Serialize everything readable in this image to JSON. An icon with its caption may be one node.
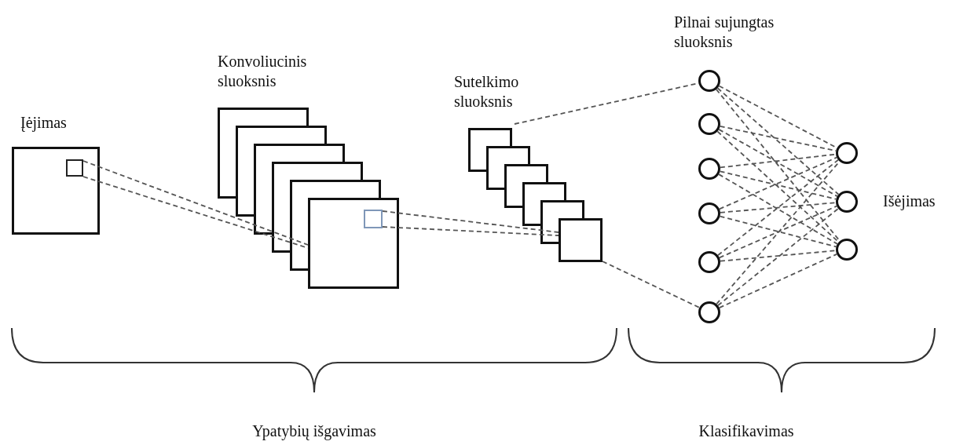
{
  "diagram": {
    "nodes": [
      {
        "text": [
          "Įėjimas"
        ]
      },
      {
        "text": [],
        "shape": "box",
        "in": 0
      },
      {
        "text": [
          "Konvoliucinis sluoksnis"
        ]
      },
      {
        "text": [],
        "shape": "box",
        "in": 2
      },
      {
        "text": [
          "Sutelkimo sluoksnis"
        ]
      },
      {
        "text": [],
        "shape": "circle"
      },
      {
        "text": [],
        "shape": "circle"
      },
      {
        "text": [],
        "shape": "circle"
      },
      {
        "text": [],
        "shape": "circle"
      },
      {
        "text": [],
        "shape": "circle"
      },
      {
        "text": [],
        "shape": "circle"
      },
      {
        "text": [],
        "shape": "circle"
      },
      {
        "text": [],
        "shape": "circle"
      },
      {
        "text": [],
        "shape": "circle"
      }
    ],
    "edges": [
      {
        "from": 1,
        "to": 2,
        "arrow": "none",
        "style": "dashed"
      },
      {
        "from": 1,
        "to": 2,
        "arrow": "none",
        "style": "dashed"
      },
      {
        "from": 3,
        "to": 4,
        "arrow": "none",
        "style": "dashed"
      },
      {
        "from": 3,
        "to": 4,
        "arrow": "none",
        "style": "dashed"
      },
      {
        "from": 4,
        "to": 5,
        "arrow": "none",
        "style": "dashed"
      },
      {
        "from": 4,
        "to": 10,
        "arrow": "none",
        "style": "dashed"
      },
      {
        "from": 5,
        "to": 11,
        "arrow": "none",
        "style": "dashed"
      },
      {
        "from": 5,
        "to": 12,
        "arrow": "none",
        "style": "dashed"
      },
      {
        "from": 5,
        "to": 13,
        "arrow": "none",
        "style": "dashed"
      },
      {
        "from": 6,
        "to": 11,
        "arrow": "none",
        "style": "dashed"
      },
      {
        "from": 6,
        "to": 12,
        "arrow": "none",
        "style": "dashed"
      },
      {
        "from": 6,
        "to": 13,
        "arrow": "none",
        "style": "dashed"
      },
      {
        "from": 7,
        "to": 11,
        "arrow": "none",
        "style": "dashed"
      },
      {
        "from": 7,
        "to": 12,
        "arrow": "none",
        "style": "dashed"
      },
      {
        "from": 7,
        "to": 13,
        "arrow": "none",
        "style": "dashed"
      },
      {
        "from": 8,
        "to": 11,
        "arrow": "none",
        "style": "dashed"
      },
      {
        "from": 8,
        "to": 12,
        "arrow": "none",
        "style": "dashed"
      },
      {
        "from": 8,
        "to": 13,
        "arrow": "none",
        "style": "dashed"
      },
      {
        "from": 9,
        "to": 11,
        "arrow": "none",
        "style": "dashed"
      },
      {
        "from": 9,
        "to": 12,
        "arrow": "none",
        "style": "dashed"
      },
      {
        "from": 9,
        "to": 13,
        "arrow": "none",
        "style": "dashed"
      },
      {
        "from": 10,
        "to": 11,
        "arrow": "none",
        "style": "dashed"
      },
      {
        "from": 10,
        "to": 12,
        "arrow": "none",
        "style": "dashed"
      },
      {
        "from": 10,
        "to": 13,
        "arrow": "none",
        "style": "dashed"
      }
    ],
    "labels": [
      "Pilnai sujungtas sluoksnis",
      "Išėjimas",
      "Ypatybių išgavimas",
      "Klasifikavimas"
    ]
  }
}
